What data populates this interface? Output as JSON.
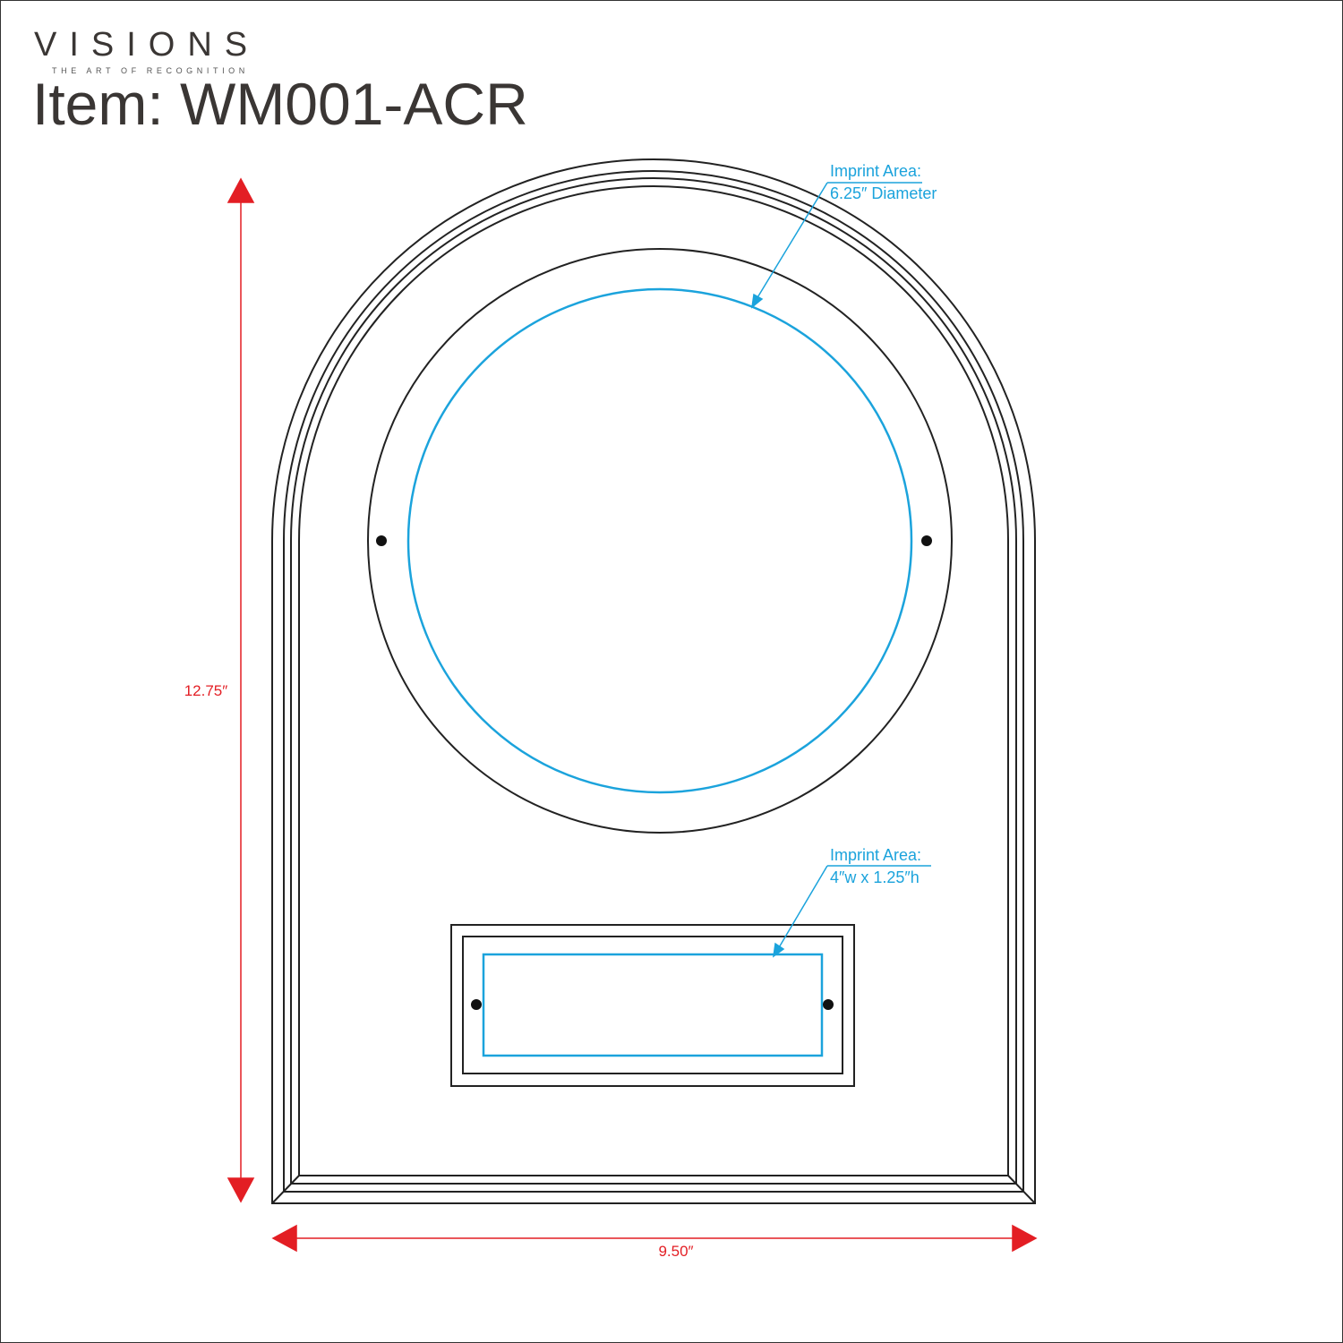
{
  "header": {
    "logo_name": "VISIONS",
    "logo_tagline": "THE ART OF RECOGNITION",
    "item_title": "Item: WM001-ACR"
  },
  "callouts": {
    "circle": {
      "line1": "Imprint Area:",
      "line2": "6.25″ Diameter"
    },
    "plate": {
      "line1": "Imprint Area:",
      "line2": "4″w x 1.25″h"
    }
  },
  "dimensions": {
    "height_label": "12.75″",
    "width_label": "9.50″"
  },
  "colors": {
    "imprint": "#1ba3dc",
    "dimension": "#e31e24",
    "outline": "#222222"
  }
}
